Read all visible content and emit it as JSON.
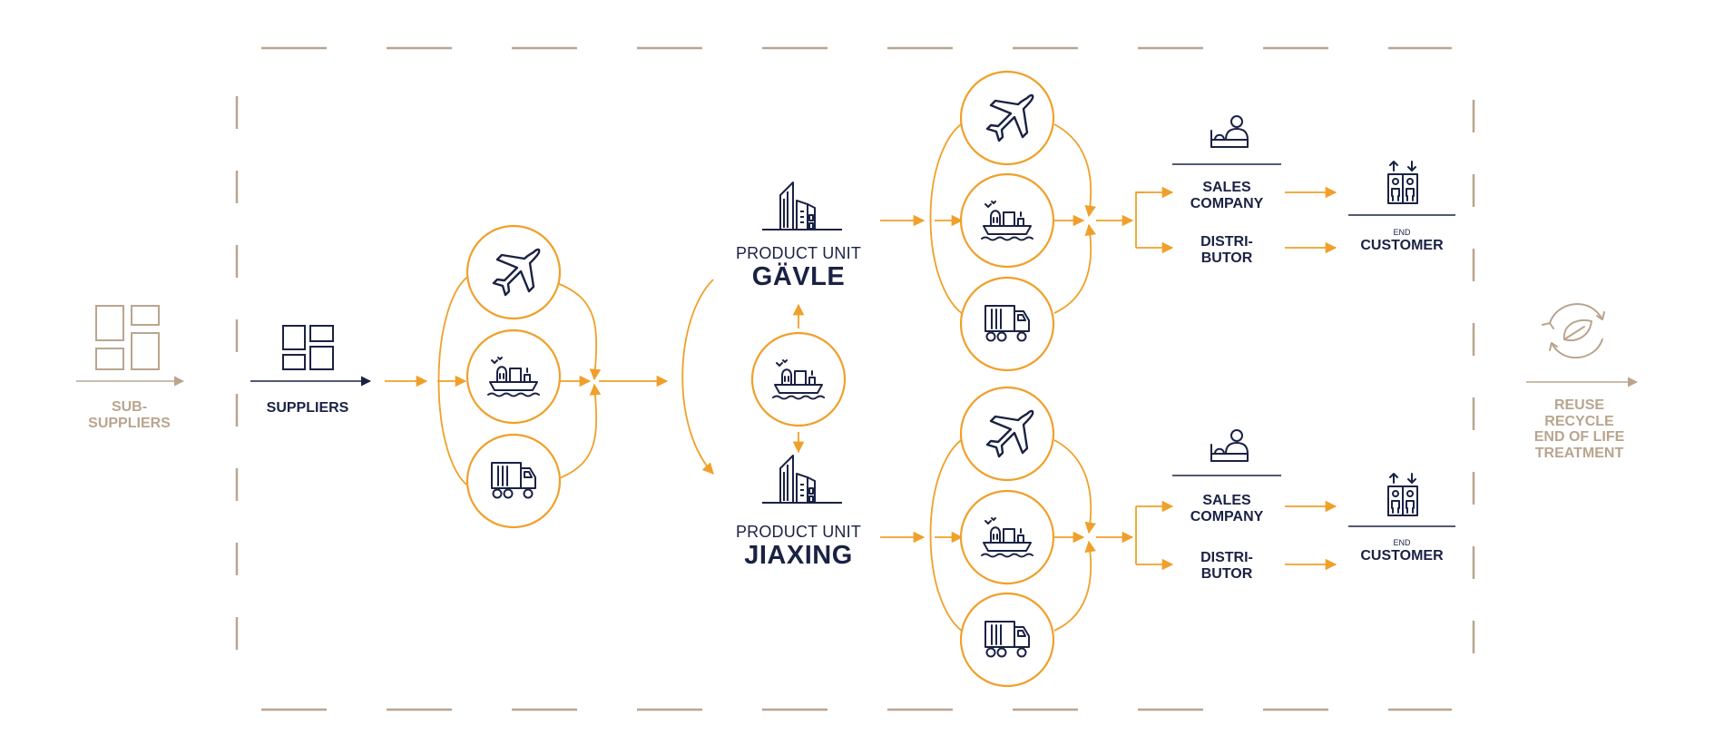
{
  "colors": {
    "accent": "#f0a02a",
    "navy": "#1a2244",
    "tan": "#b9a58f",
    "background": "#ffffff"
  },
  "labels": {
    "sub_suppliers": [
      "SUB-",
      "SUPPLIERS"
    ],
    "suppliers": "SUPPLIERS",
    "product_unit_prefix": "PRODUCT UNIT",
    "gavle": "GÄVLE",
    "jiaxing": "JIAXING",
    "sales_company": [
      "SALES",
      "COMPANY"
    ],
    "distributor": [
      "DISTRI-",
      "BUTOR"
    ],
    "end_small": "END",
    "customer": "CUSTOMER",
    "end_of_life": [
      "REUSE",
      "RECYCLE",
      "END OF LIFE",
      "TREATMENT"
    ]
  },
  "icons": {
    "sub_suppliers": "boxes-icon",
    "suppliers": "boxes-icon",
    "transport_modes": [
      "airplane-icon",
      "ship-icon",
      "truck-icon"
    ],
    "product_unit": "factory-icon",
    "sales_company": "salesperson-icon",
    "end_customer": "elevator-icon",
    "end_of_life": "recycle-leaf-icon"
  }
}
